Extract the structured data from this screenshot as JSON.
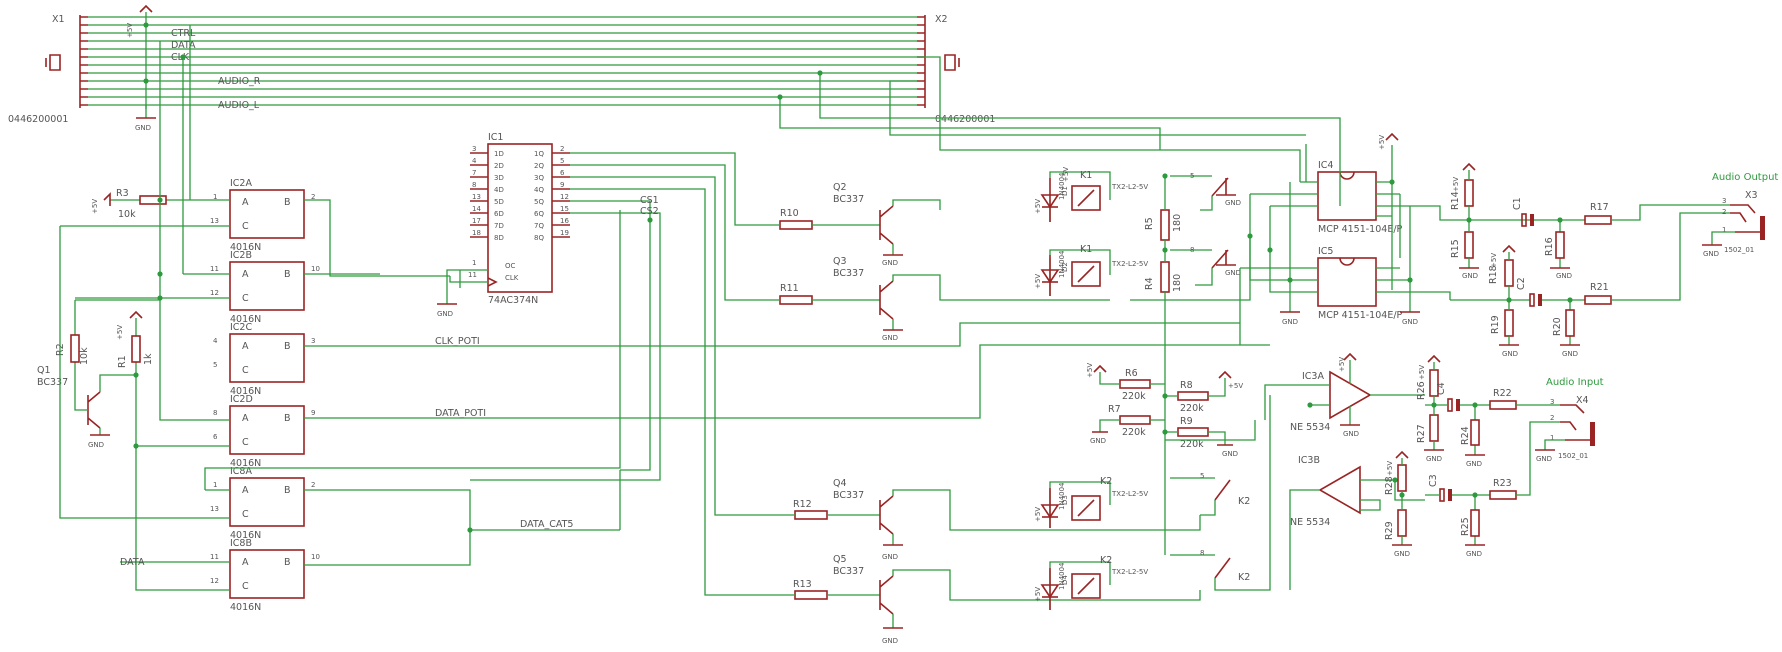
{
  "connectors": {
    "x1": {
      "name": "X1",
      "part": "0446200001"
    },
    "x2": {
      "name": "X2",
      "part": "0446200001"
    }
  },
  "bus": {
    "ctrl": "CTRL",
    "data": "DATA",
    "clk": "CLK",
    "audio_r": "AUDIO_R",
    "audio_l": "AUDIO_L"
  },
  "power": {
    "vcc": "+5V",
    "gnd": "GND"
  },
  "nets": {
    "clk_poti": "CLK_POTI",
    "data_poti": "DATA_POTI",
    "data_cat5": "DATA_CAT5",
    "cs1": "CS1",
    "cs2": "CS2",
    "data_in": "DATA"
  },
  "resistors": {
    "r1": {
      "name": "R1",
      "value": "1k"
    },
    "r2": {
      "name": "R2",
      "value": "10k"
    },
    "r3": {
      "name": "R3",
      "value": "10k"
    },
    "r4": {
      "name": "R4",
      "value": "180"
    },
    "r5": {
      "name": "R5",
      "value": "180"
    },
    "r6": {
      "name": "R6",
      "value": "220k"
    },
    "r7": {
      "name": "R7",
      "value": "220k"
    },
    "r8": {
      "name": "R8",
      "value": "220k"
    },
    "r9": {
      "name": "R9",
      "value": "220k"
    },
    "r10": "R10",
    "r11": "R11",
    "r12": "R12",
    "r13": "R13",
    "r14": "R14",
    "r15": "R15",
    "r16": "R16",
    "r17": "R17",
    "r18": "R18",
    "r19": "R19",
    "r20": "R20",
    "r21": "R21",
    "r22": "R22",
    "r23": "R23",
    "r24": "R24",
    "r25": "R25",
    "r26": "R26",
    "r27": "R27",
    "r28": "R28",
    "r29": "R29"
  },
  "transistors": {
    "q1": {
      "name": "Q1",
      "part": "BC337"
    },
    "q2": {
      "name": "Q2",
      "part": "BC337"
    },
    "q3": {
      "name": "Q3",
      "part": "BC337"
    },
    "q4": {
      "name": "Q4",
      "part": "BC337"
    },
    "q5": {
      "name": "Q5",
      "part": "BC337"
    }
  },
  "gates": {
    "part": "4016N",
    "ic2a": "IC2A",
    "ic2b": "IC2B",
    "ic2c": "IC2C",
    "ic2d": "IC2D",
    "ic8a": "IC8A",
    "ic8b": "IC8B",
    "pin_a": "A",
    "pin_b": "B",
    "pin_c": "C"
  },
  "latch": {
    "name": "IC1",
    "part": "74AC374N",
    "inputs": [
      "1D",
      "2D",
      "3D",
      "4D",
      "5D",
      "6D",
      "7D",
      "8D"
    ],
    "outputs": [
      "1Q",
      "2Q",
      "3Q",
      "4Q",
      "5Q",
      "6Q",
      "7Q",
      "8Q"
    ],
    "oc": "OC",
    "clk": "CLK",
    "in_pins": [
      "3",
      "4",
      "7",
      "8",
      "13",
      "14",
      "17",
      "18"
    ],
    "out_pins": [
      "2",
      "5",
      "6",
      "9",
      "12",
      "15",
      "16",
      "19"
    ],
    "oc_pin": "1",
    "clk_pin": "11"
  },
  "relays": {
    "k1": "K1",
    "k2": "K2",
    "part": "TX2-L2-5V"
  },
  "diodes": {
    "d1": "D1",
    "d2": "D2",
    "d3": "D3",
    "d4": "D4",
    "part": "1N4004"
  },
  "pots": {
    "ic4": {
      "name": "IC4",
      "part": "MCP 4151-104E/P"
    },
    "ic5": {
      "name": "IC5",
      "part": "MCP 4151-104E/P"
    }
  },
  "opamps": {
    "ic3a": "IC3A",
    "ic3b": "IC3B",
    "part": "NE 5534"
  },
  "caps": {
    "c1": "C1",
    "c2": "C2",
    "c3": "C3",
    "c4": "C4"
  },
  "jacks": {
    "x3": {
      "name": "X3",
      "part": "1502_01",
      "title": "Audio Output"
    },
    "x4": {
      "name": "X4",
      "part": "1502_01",
      "title": "Audio Input"
    }
  },
  "pins": {
    "p1": "1",
    "p2": "2",
    "p3": "3",
    "p4": "4",
    "p5": "5",
    "p6": "6",
    "p7": "7",
    "p8": "8",
    "p9": "9",
    "p10": "10",
    "p11": "11",
    "p12": "12",
    "p13": "13"
  }
}
